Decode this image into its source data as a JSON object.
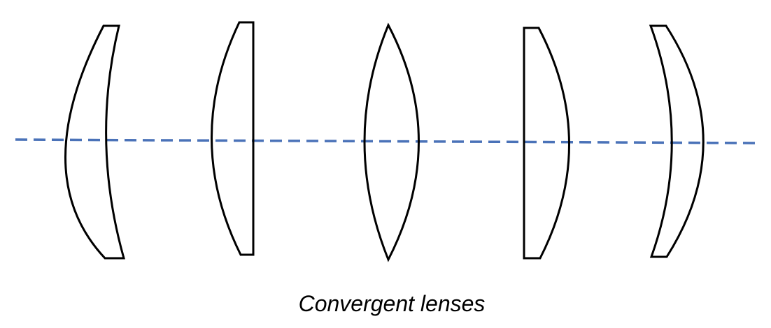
{
  "caption": "Convergent lenses",
  "colors": {
    "axis": "#4a72b8",
    "lens_outline": "#000000",
    "background": "#ffffff"
  },
  "lenses": [
    {
      "type": "positive-meniscus"
    },
    {
      "type": "plano-convex"
    },
    {
      "type": "biconvex"
    },
    {
      "type": "plano-convex"
    },
    {
      "type": "positive-meniscus"
    }
  ]
}
